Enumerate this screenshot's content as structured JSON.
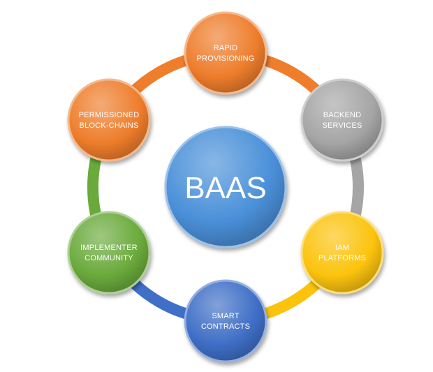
{
  "diagram": {
    "center": {
      "label": "BAAS",
      "color": "#4a90d9"
    },
    "nodes": [
      {
        "id": "rapid-provisioning",
        "lines": [
          "RAPID",
          "PROVISIONING"
        ],
        "color": "#ee7d2c"
      },
      {
        "id": "backend-services",
        "lines": [
          "BACKEND",
          "SERVICES"
        ],
        "color": "#a5a5a5"
      },
      {
        "id": "iam-platforms",
        "lines": [
          "IAM",
          "PLATFORMS"
        ],
        "color": "#fcc30d"
      },
      {
        "id": "smart-contracts",
        "lines": [
          "SMART",
          "CONTRACTS"
        ],
        "color": "#3f6fc6"
      },
      {
        "id": "implementer-community",
        "lines": [
          "IMPLEMENTER",
          "COMMUNITY"
        ],
        "color": "#6aaa3c"
      },
      {
        "id": "permissioned-block-chains",
        "lines": [
          "PERMISSIONED",
          "BLOCK-CHAINS"
        ],
        "color": "#ee7d2c"
      }
    ]
  }
}
